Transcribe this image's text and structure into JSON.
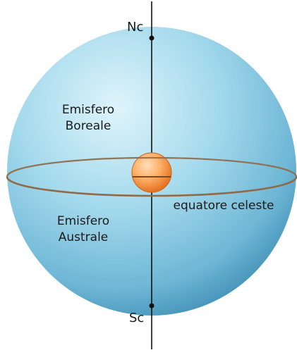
{
  "labels": {
    "north_pole": "Nc",
    "south_pole": "Sc",
    "northern_hemisphere_line1": "Emisfero",
    "northern_hemisphere_line2": "Boreale",
    "southern_hemisphere_line1": "Emisfero",
    "southern_hemisphere_line2": "Australe",
    "celestial_equator": "equatore celeste"
  },
  "colors": {
    "sphere_light": "#d8f1fa",
    "sphere_mid": "#8ccde6",
    "sphere_dark": "#3e8fb6",
    "equator_ring": "#9a7350",
    "earth_light": "#ffd4a3",
    "earth_dark": "#e87a2a",
    "axis": "#111111"
  }
}
